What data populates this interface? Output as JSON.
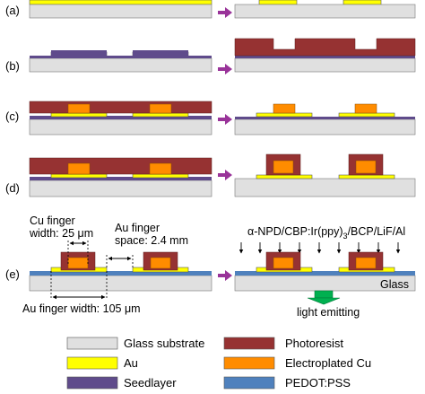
{
  "steps": [
    "(a)",
    "(b)",
    "(c)",
    "(d)",
    "(e)"
  ],
  "annotations": {
    "cu_finger_width_1": "Cu finger",
    "cu_finger_width_2": "width: 25 μm",
    "au_finger_space_1": "Au finger",
    "au_finger_space_2": "space: 2.4 mm",
    "au_finger_width": "Au finger width: 105 μm",
    "organic_stack": "α-NPD/CBP:Ir(ppy)",
    "organic_stack_sub": "3",
    "organic_stack_rest": "/BCP/LiF/Al",
    "glass": "Glass",
    "light": "light emitting"
  },
  "legend": [
    {
      "label": "Glass substrate",
      "color": "#e0e0e0"
    },
    {
      "label": "Photoresist",
      "color": "#963232"
    },
    {
      "label": "Au",
      "color": "#ffff00"
    },
    {
      "label": "Electroplated Cu",
      "color": "#ff8c00"
    },
    {
      "label": "Seedlayer",
      "color": "#5f4b8b"
    },
    {
      "label": "PEDOT:PSS",
      "color": "#4f81bd"
    }
  ],
  "colors": {
    "glass": "#e0e0e0",
    "au": "#ffff00",
    "seed": "#5f4b8b",
    "photoresist": "#963232",
    "cu": "#ff8c00",
    "pedot": "#4f81bd",
    "arrow": "#993399",
    "light": "#00b050"
  }
}
